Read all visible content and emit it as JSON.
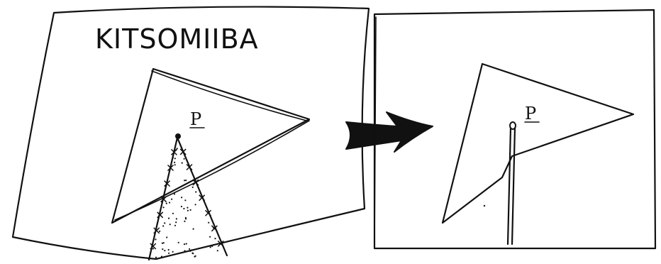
{
  "left_panel": {
    "title": "KITSOMIIBA",
    "p_label": "P"
  },
  "right_panel": {
    "p_label": "P"
  },
  "colors": {
    "ink": "#111111",
    "background": "#ffffff"
  }
}
